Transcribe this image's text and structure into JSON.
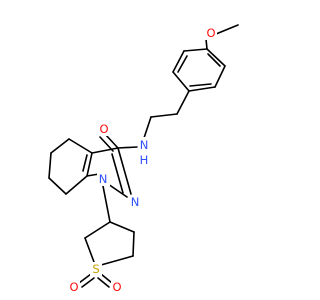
{
  "molecule": {
    "colors": {
      "bond": "#000000",
      "carbon": "#000000",
      "oxygen": "#ff0d0d",
      "nitrogen": "#3050f8",
      "sulfur": "#c8a000",
      "background": "#ffffff"
    },
    "labels": {
      "methoxy_oxygen": "O",
      "carbonyl_oxygen": "O",
      "amide_nitrogen": "N",
      "amide_hydrogen": "H",
      "ring_nitrogen_2": "N",
      "ring_nitrogen_1": "N",
      "sulfur": "S",
      "sulfone_oxygen_left": "O",
      "sulfone_oxygen_right": "O"
    }
  }
}
